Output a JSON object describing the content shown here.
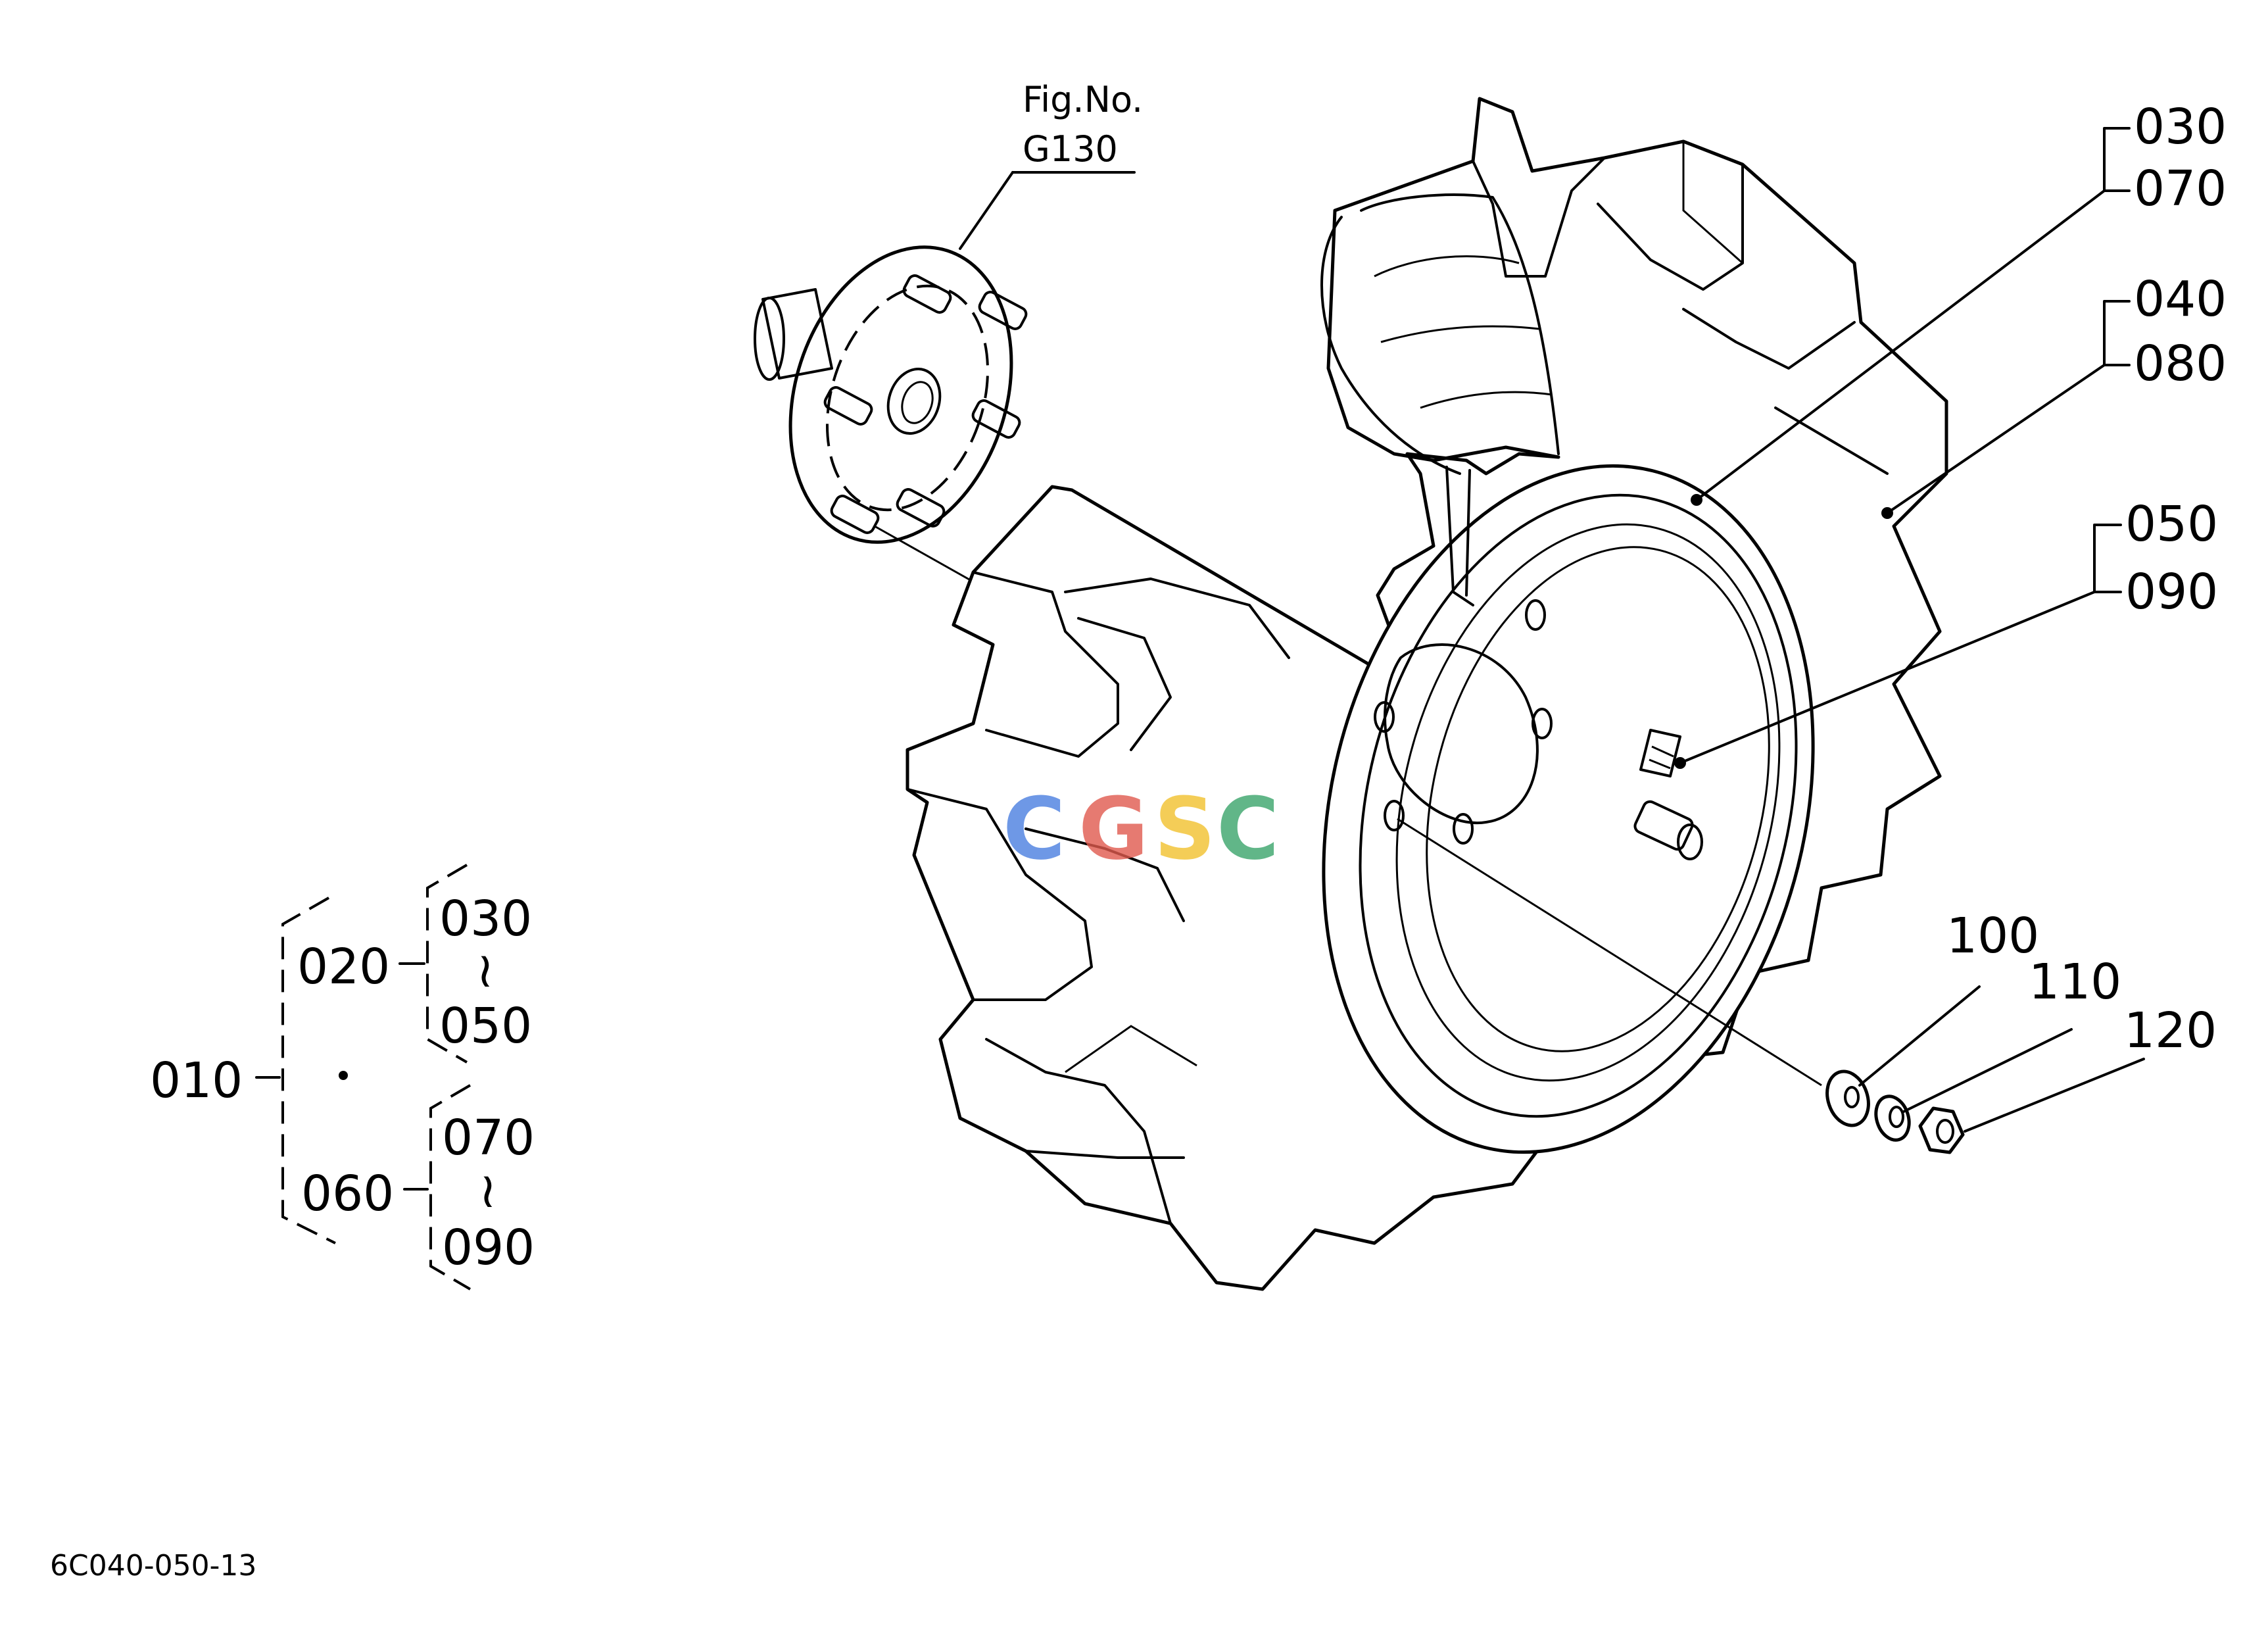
{
  "figure_ref": {
    "line1": "Fig.No.",
    "line2": "G130"
  },
  "callouts": {
    "c030": "030",
    "c070": "070",
    "c040": "040",
    "c080": "080",
    "c050": "050",
    "c090": "090",
    "c100": "100",
    "c110": "110",
    "c120": "120"
  },
  "tree": {
    "root": "010",
    "group_a": "020",
    "group_a_from": "030",
    "group_a_to": "050",
    "group_b": "060",
    "group_b_from": "070",
    "group_b_to": "090",
    "range_symbol": "≀"
  },
  "watermark": {
    "letters": [
      "C",
      "G",
      "S",
      "C"
    ],
    "colors": [
      "#4a7fe0",
      "#e05a4e",
      "#f2c12e",
      "#3aa56b"
    ]
  },
  "doc_code": "6C040-050-13"
}
